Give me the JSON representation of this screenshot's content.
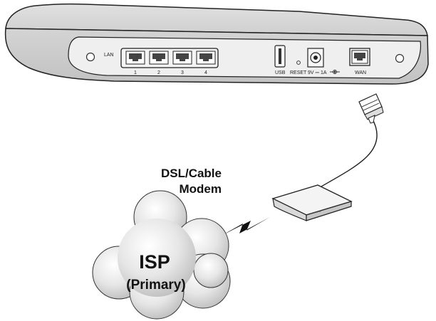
{
  "router": {
    "lan_label": "LAN",
    "lan_ports": [
      "1",
      "2",
      "3",
      "4"
    ],
    "usb_label": "USB",
    "reset_label": "RESET",
    "power_label": "9V ⎓ 1A",
    "wan_label": "WAN"
  },
  "modem": {
    "line1": "DSL/Cable",
    "line2": "Modem"
  },
  "isp": {
    "title": "ISP",
    "subtitle": "(Primary)"
  }
}
